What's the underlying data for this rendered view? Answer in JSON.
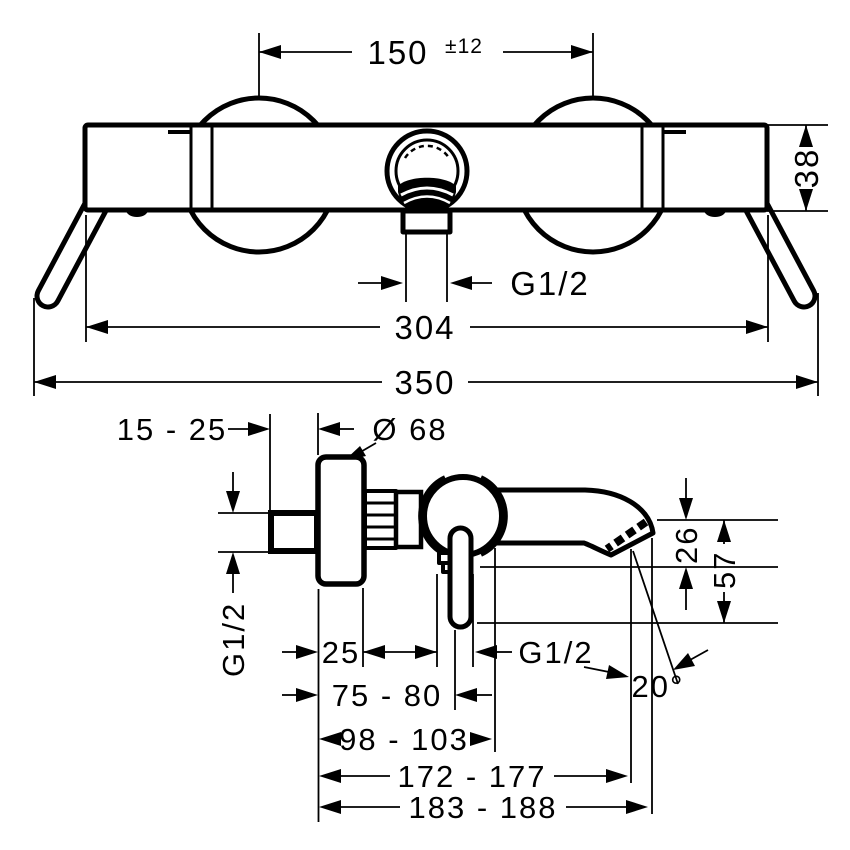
{
  "document": {
    "type": "technical-installation-drawing",
    "subject": "wall-mounted thermostatic bath mixer",
    "units": "mm",
    "colors": {
      "line": "#000000",
      "background": "#ffffff"
    }
  },
  "front_view": {
    "handle_spacing": "150",
    "handle_spacing_tolerance": "±12",
    "body_depth": "38",
    "outlet_thread": "G1/2",
    "body_length": "304",
    "overall_length": "350"
  },
  "side_view": {
    "concealed_depth_range": "15 - 25",
    "escutcheon_diameter": "Ø 68",
    "wall_connection_thread": "G1/2",
    "escutcheon_depth": "25",
    "bottom_outlet_thread": "G1/2",
    "depth_to_outlet": "75 - 80",
    "depth_to_spout": "98 - 103",
    "reach_to_spout_outlet": "172 - 177",
    "reach_to_spout_tip": "183 - 188",
    "outlet_drop": "26",
    "total_drop": "57",
    "spout_angle": "20°"
  }
}
